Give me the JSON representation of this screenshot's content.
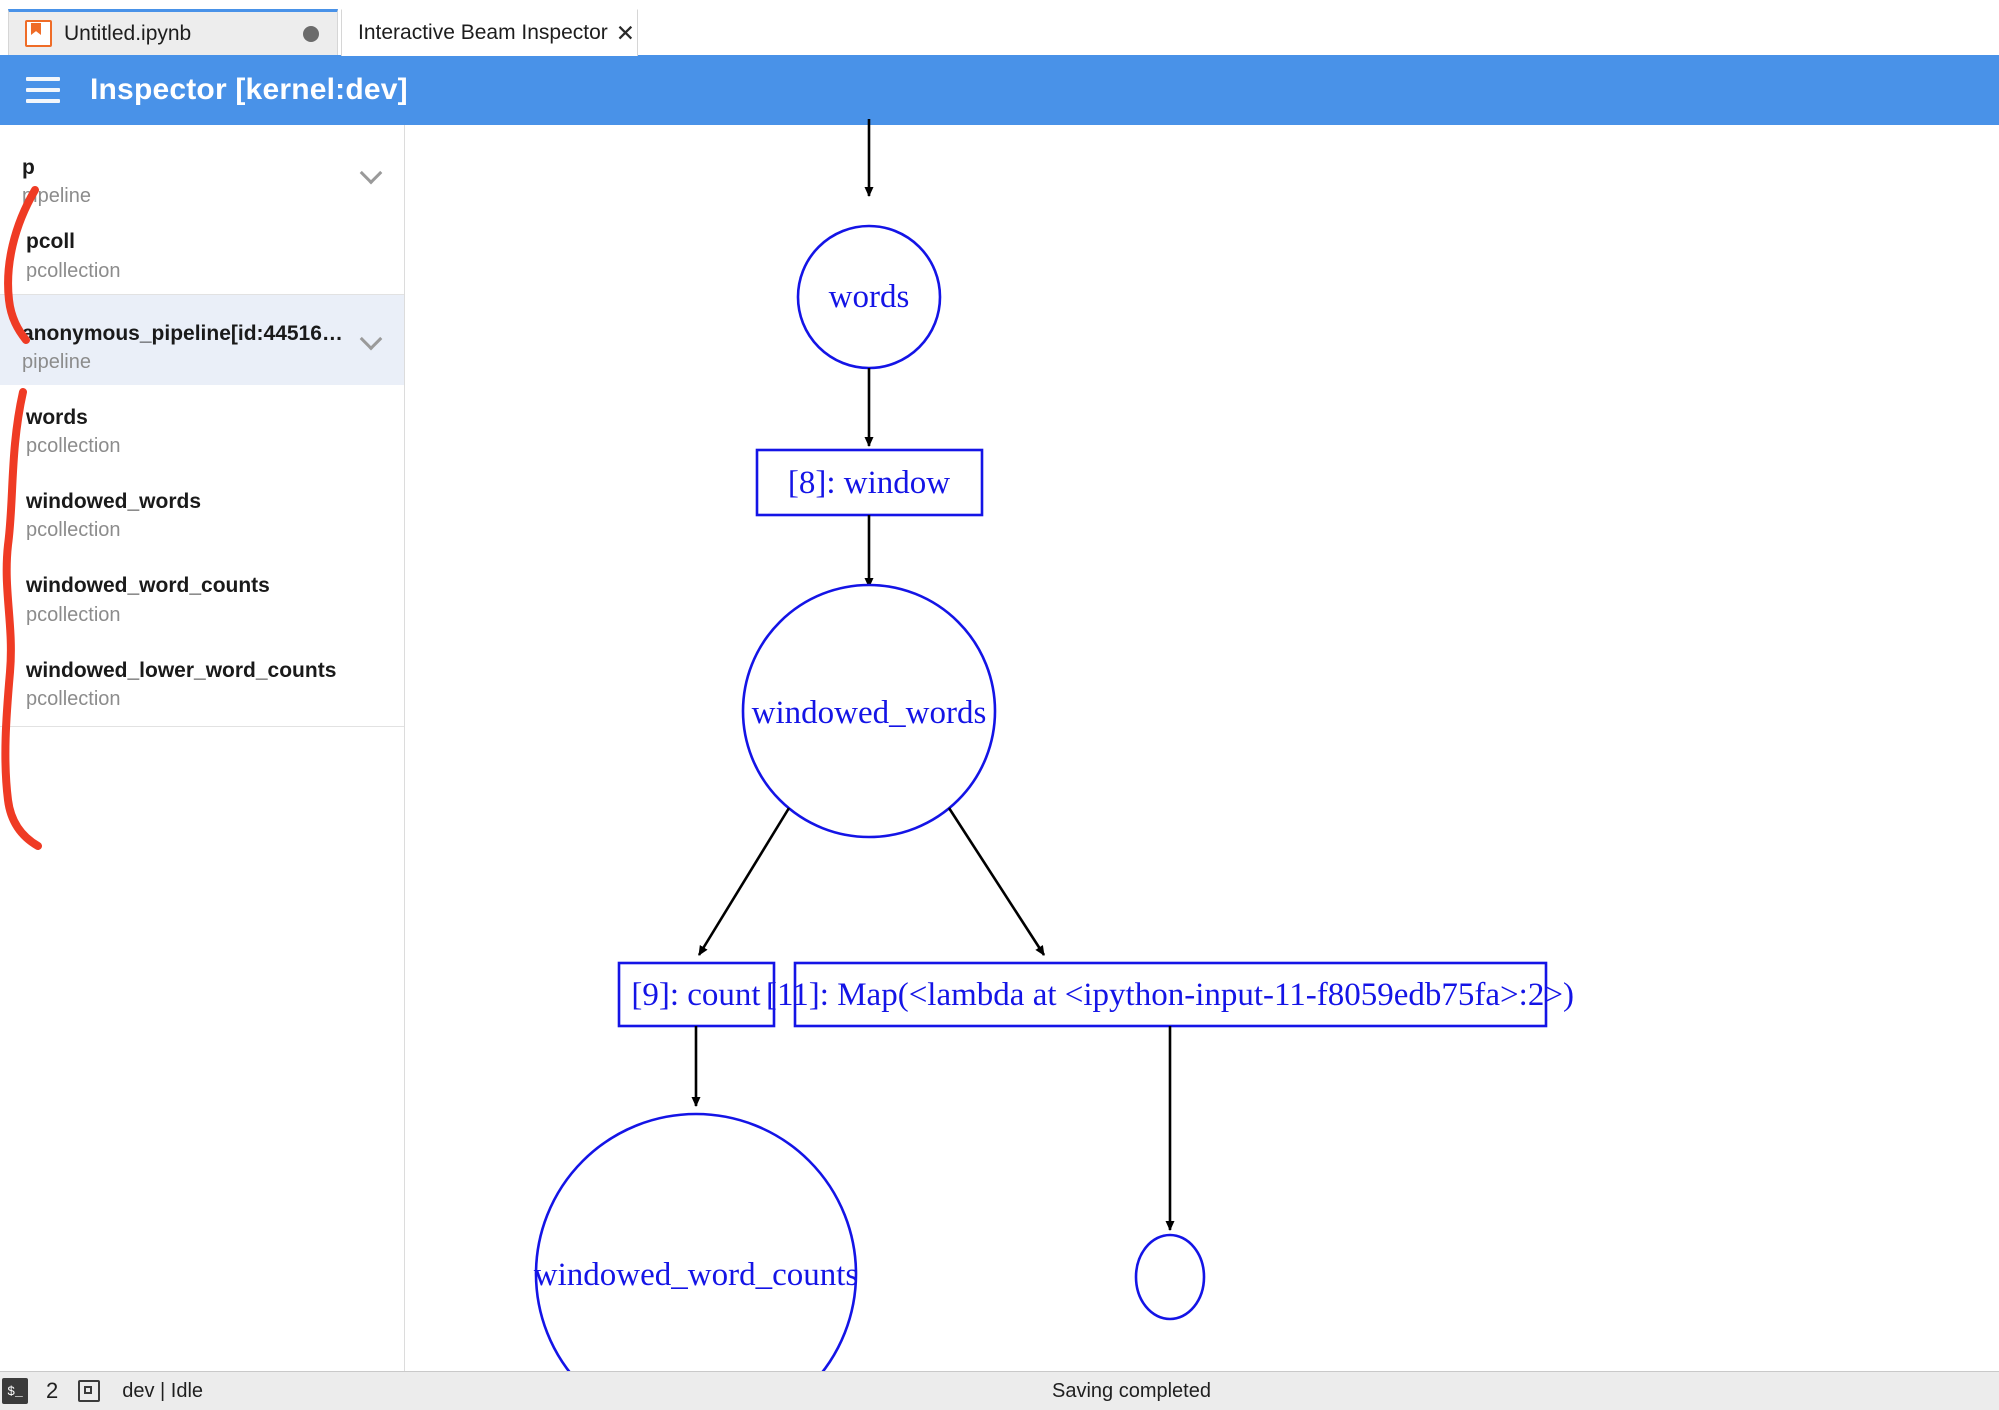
{
  "tabs": [
    {
      "label": "Untitled.ipynb",
      "icon": "notebook-icon",
      "active": false,
      "dirty": true
    },
    {
      "label": "Interactive Beam Inspector",
      "icon": "close-icon",
      "active": true,
      "dirty": false
    }
  ],
  "header": {
    "menu_icon": "hamburger-icon",
    "title": "Inspector [kernel:dev]",
    "accent_color": "#4992e8"
  },
  "sidebar": {
    "groups": [
      {
        "items": [
          {
            "name": "p",
            "type": "pipeline",
            "expander": "chevron-down-icon",
            "selected": false,
            "indent": false
          },
          {
            "name": "pcoll",
            "type": "pcollection",
            "expander": null,
            "selected": false,
            "indent": true
          }
        ]
      },
      {
        "items": [
          {
            "name": "anonymous_pipeline[id:44516…",
            "type": "pipeline",
            "expander": "chevron-down-icon",
            "selected": true,
            "indent": false
          },
          {
            "name": "words",
            "type": "pcollection",
            "expander": null,
            "selected": false,
            "indent": true
          },
          {
            "name": "windowed_words",
            "type": "pcollection",
            "expander": null,
            "selected": false,
            "indent": true
          },
          {
            "name": "windowed_word_counts",
            "type": "pcollection",
            "expander": null,
            "selected": false,
            "indent": true
          },
          {
            "name": "windowed_lower_word_counts",
            "type": "pcollection",
            "expander": null,
            "selected": false,
            "indent": true
          }
        ]
      }
    ],
    "selected_color": "#eaeff8"
  },
  "annotations": {
    "color": "#ef3b24",
    "marks": [
      {
        "name": "brace-pipeline-p"
      },
      {
        "name": "brace-anonymous-pipeline"
      }
    ]
  },
  "graph": {
    "node_color": "#1414e6",
    "edge_color": "#000000",
    "nodes": [
      {
        "id": "words",
        "label": "words",
        "shape": "ellipse"
      },
      {
        "id": "window",
        "label": "[8]: window",
        "shape": "box"
      },
      {
        "id": "windowed_words",
        "label": "windowed_words",
        "shape": "ellipse"
      },
      {
        "id": "count",
        "label": "[9]: count",
        "shape": "box"
      },
      {
        "id": "map",
        "label": "[11]: Map(<lambda at <ipython-input-11-f8059edb75fa>:2>)",
        "shape": "box"
      },
      {
        "id": "windowed_word_counts",
        "label": "windowed_word_counts",
        "shape": "ellipse"
      },
      {
        "id": "unnamed_small",
        "label": "",
        "shape": "ellipse"
      }
    ],
    "edges": [
      {
        "from": "top",
        "to": "words"
      },
      {
        "from": "words",
        "to": "window"
      },
      {
        "from": "window",
        "to": "windowed_words"
      },
      {
        "from": "windowed_words",
        "to": "count"
      },
      {
        "from": "windowed_words",
        "to": "map"
      },
      {
        "from": "count",
        "to": "windowed_word_counts"
      },
      {
        "from": "map",
        "to": "unnamed_small"
      }
    ]
  },
  "statusbar": {
    "terminal_icon": "terminal-icon",
    "terminal_glyph": "$_",
    "kernel_count": "2",
    "chip_icon": "cpu-icon",
    "kernel_status": "dev | Idle",
    "save_status": "Saving completed"
  }
}
